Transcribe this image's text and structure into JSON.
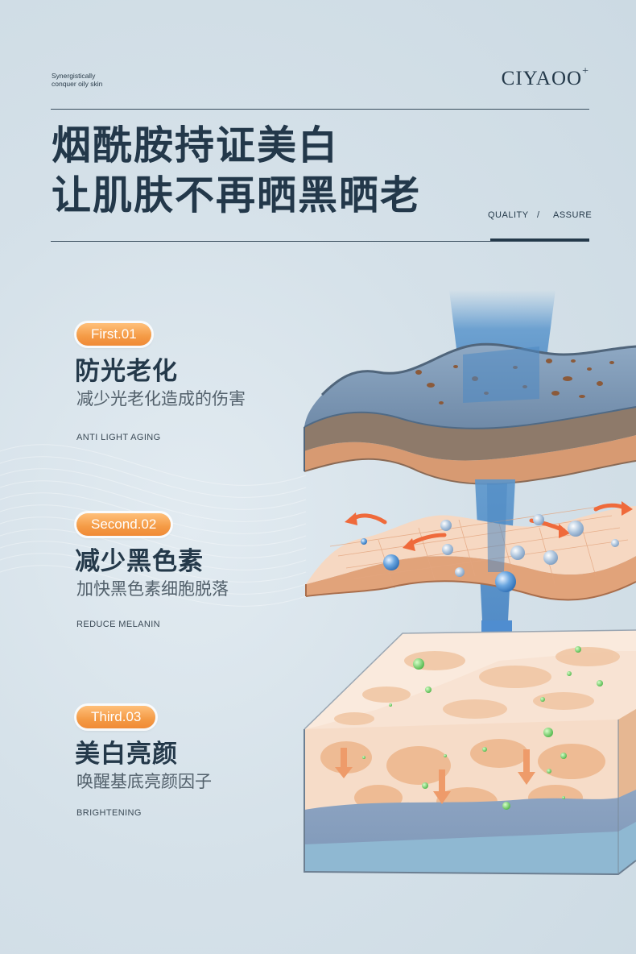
{
  "header": {
    "tagline_line1": "Synergistically",
    "tagline_line2": "conquer oily skin",
    "brand": "CIYAOO",
    "brand_mark": "+"
  },
  "headline": {
    "line1": "烟酰胺持证美白",
    "line2": "让肌肤不再晒黑晒老"
  },
  "quality": {
    "left": "QUALITY",
    "sep": "/",
    "right": "ASSURE"
  },
  "features": [
    {
      "badge": "First.01",
      "title": "防光老化",
      "desc": "减少光老化造成的伤害",
      "en": "ANTI LIGHT AGING"
    },
    {
      "badge": "Second.02",
      "title": "减少黑色素",
      "desc": "加快黑色素细胞脱落",
      "en": "REDUCE MELANIN"
    },
    {
      "badge": "Third.03",
      "title": "美白亮颜",
      "desc": "唤醒基底亮颜因子",
      "en": "BRIGHTENING"
    }
  ],
  "colors": {
    "navy": "#24394a",
    "orange": "#f49a45",
    "skin_peach": "#f3c9a8",
    "beam_blue": "#5b96cc"
  }
}
